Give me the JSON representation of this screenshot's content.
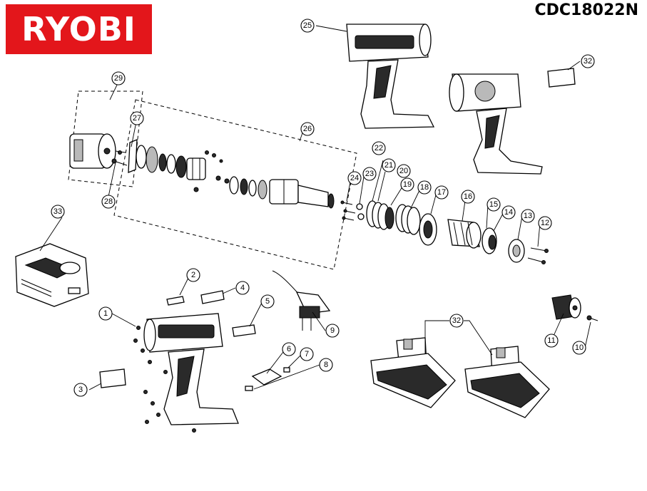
{
  "brand": {
    "logo_text": "RYOBI",
    "logo_color": "#e3161b"
  },
  "model": "CDC18022N",
  "callouts": [
    "1",
    "2",
    "3",
    "4",
    "5",
    "6",
    "7",
    "8",
    "9",
    "10",
    "11",
    "12",
    "13",
    "14",
    "15",
    "16",
    "17",
    "18",
    "19",
    "20",
    "21",
    "22",
    "23",
    "24",
    "25",
    "26",
    "27",
    "28",
    "29",
    "32",
    "32",
    "33"
  ]
}
